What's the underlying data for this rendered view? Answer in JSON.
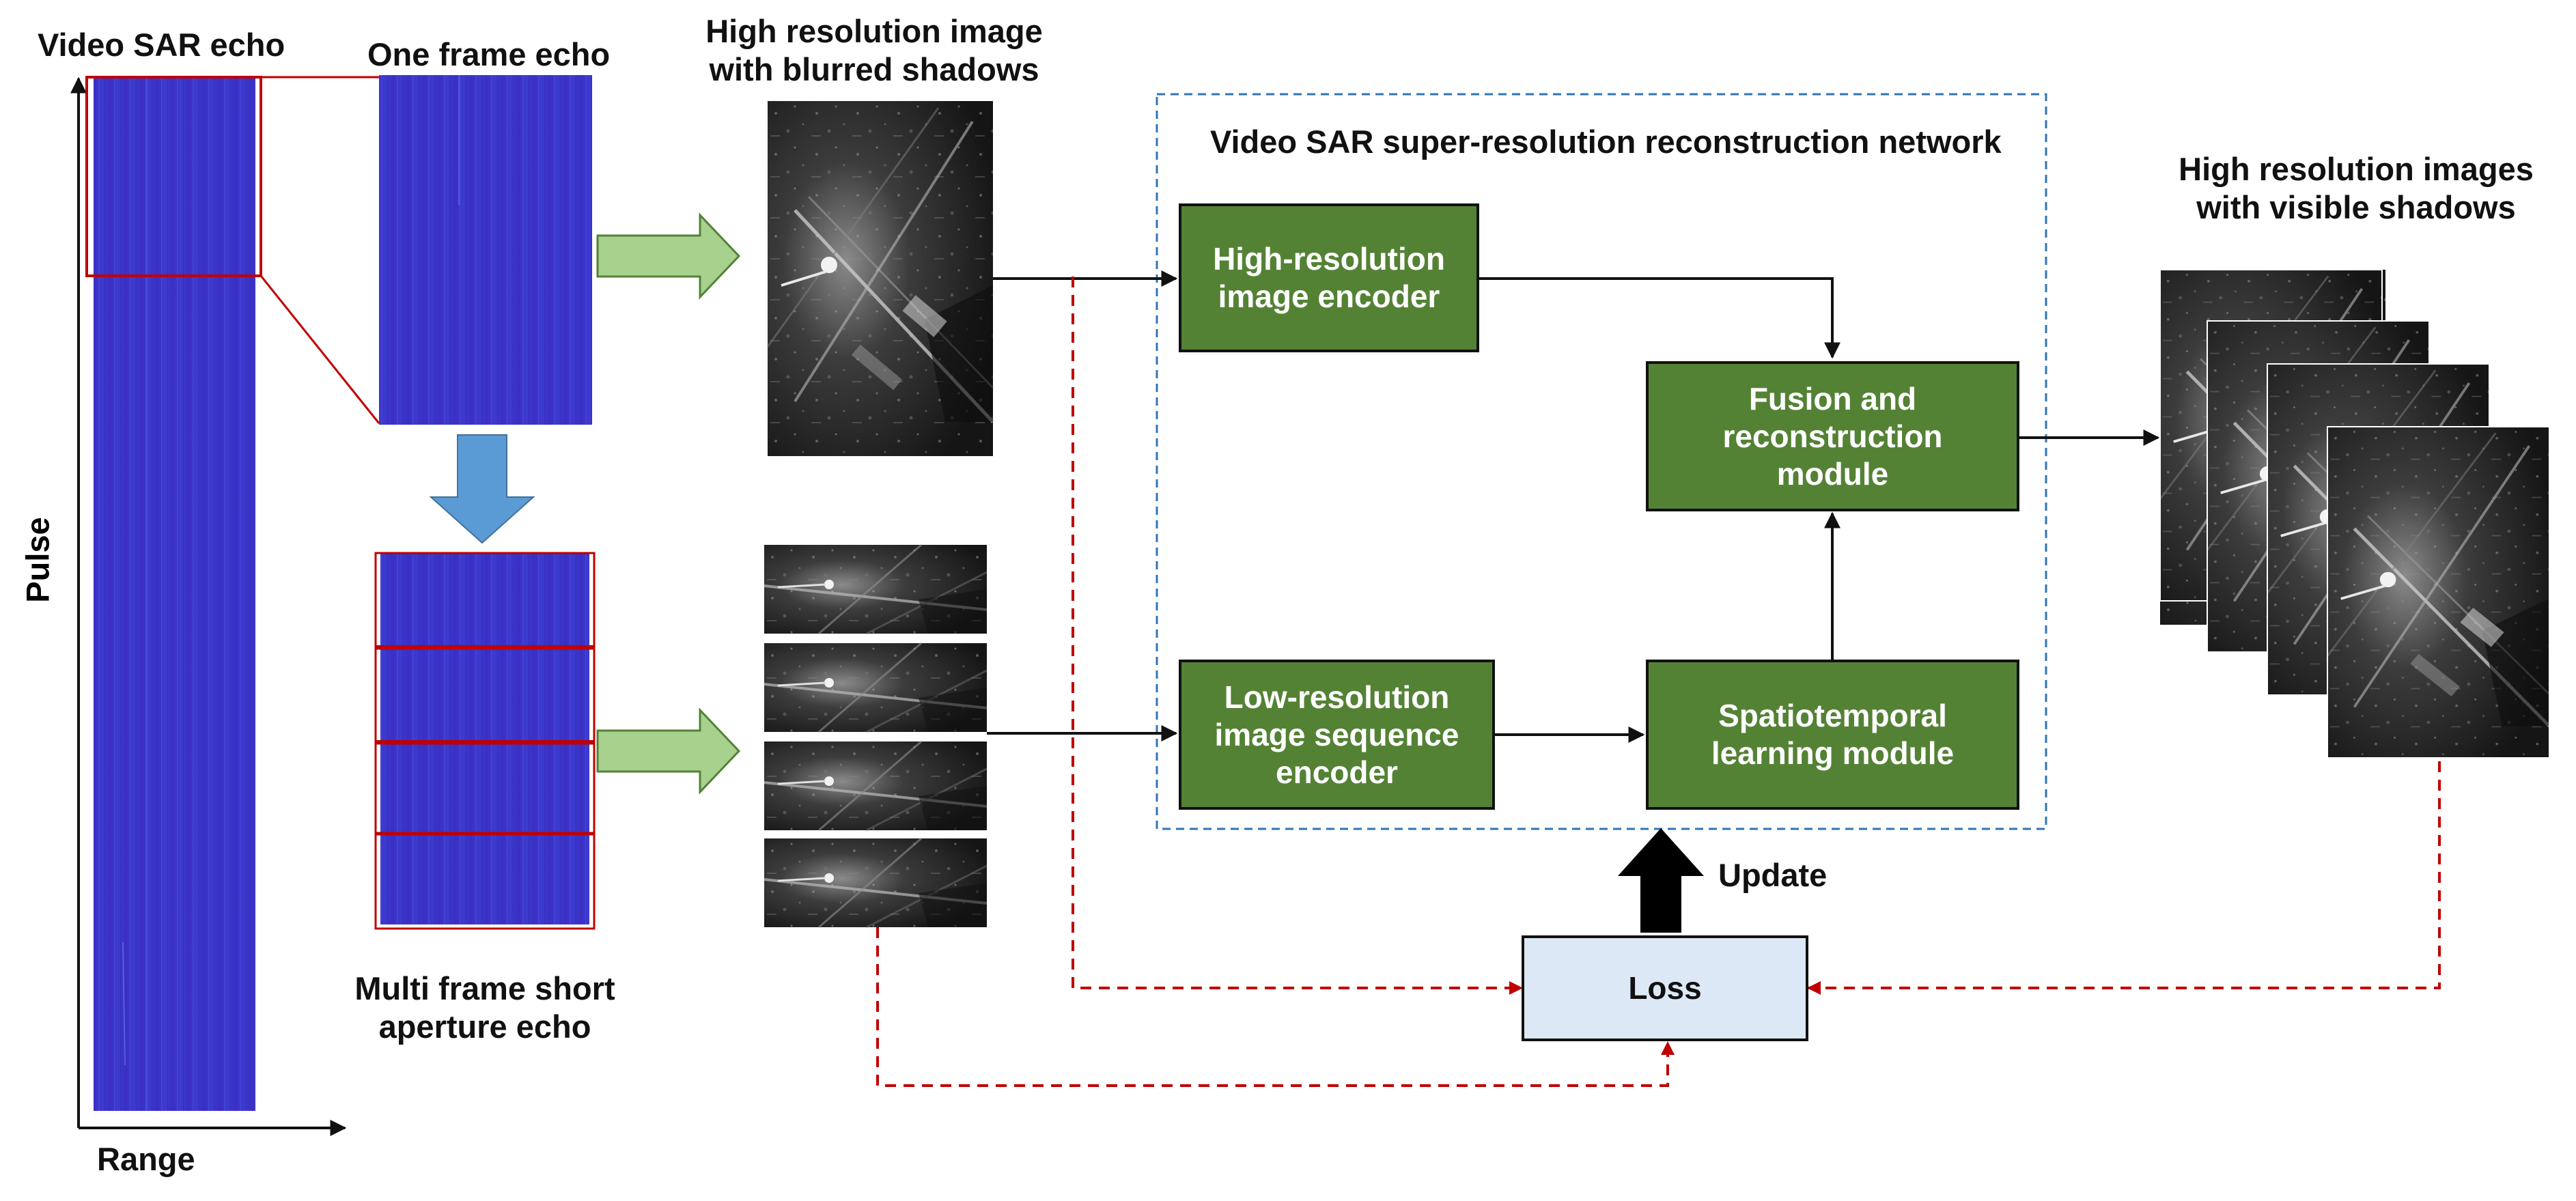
{
  "labels": {
    "video_sar_echo": "Video SAR echo",
    "one_frame_echo": "One frame echo",
    "multi_frame_line1": "Multi frame short",
    "multi_frame_line2": "aperture echo",
    "pulse_axis": "Pulse",
    "range_axis": "Range",
    "hr_blur_line1": "High resolution image",
    "hr_blur_line2": "with blurred shadows",
    "network_title": "Video SAR super-resolution reconstruction network",
    "hr_visible_line1": "High resolution images",
    "hr_visible_line2": "with visible shadows",
    "update": "Update"
  },
  "modules": {
    "hr_encoder": [
      "High-resolution",
      "image encoder"
    ],
    "fusion": [
      "Fusion and",
      "reconstruction",
      "module"
    ],
    "lr_encoder": [
      "Low-resolution",
      "image sequence",
      "encoder"
    ],
    "spatiotemporal": [
      "Spatiotemporal",
      "learning module"
    ],
    "loss": "Loss"
  },
  "colors": {
    "module_fill": "#548235",
    "loss_fill": "#dde8f6",
    "echo_fill": "#3a33c9",
    "highlight_red": "#c00000",
    "green_arrow": "#a9d18e",
    "blue_arrow": "#5b9bd5",
    "dashed_loss_line": "#c00000",
    "network_border": "#2e75b6"
  }
}
